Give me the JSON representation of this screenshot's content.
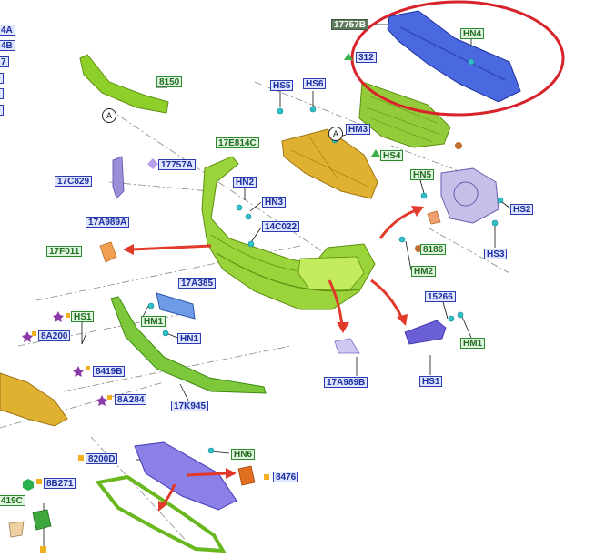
{
  "left_edge_labels": [
    "4A",
    "4B",
    "7",
    "",
    "",
    ""
  ],
  "callouts": {
    "c17757b": "17757B",
    "c312": "312",
    "hn4": "HN4",
    "c8150": "8150",
    "hs5": "HS5",
    "hs6": "HS6",
    "hm3": "HM3",
    "c17e814c": "17E814C",
    "hs4": "HS4",
    "c17757a": "17757A",
    "c17c829": "17C829",
    "hn2": "HN2",
    "hn3": "HN3",
    "c14c022": "14C022",
    "c17a989a": "17A989A",
    "c17f011": "17F011",
    "hn5": "HN5",
    "hs2": "HS2",
    "hs3": "HS3",
    "c8186": "8186",
    "hm2": "HM2",
    "c17a385": "17A385",
    "c15266": "15266",
    "hm1a": "HM1",
    "hm1b": "HM1",
    "hn1": "HN1",
    "hs1a": "HS1",
    "hs1b": "HS1",
    "c8a200": "8A200",
    "c8419b": "8419B",
    "c8a284": "8A284",
    "c17k945": "17K945",
    "c17a989b": "17A989B",
    "c8200d": "8200D",
    "hn6": "HN6",
    "c8476": "8476",
    "c8b271": "8B271",
    "c419c": "419C"
  },
  "circle_refs": {
    "a1": "A",
    "a2": "A"
  },
  "colors": {
    "label_blue_text": "#1a2ea0",
    "label_blue_fill": "#dfe4ff",
    "label_green_text": "#1f6b1f",
    "label_green_fill": "#dff3df",
    "part_green": "#8fcf2a",
    "part_yellow": "#e0b030",
    "part_blue": "#4a68e0",
    "part_purple": "#9a90d8",
    "arrow_red": "#e23a2a",
    "highlight_circle": "#d8232a"
  }
}
